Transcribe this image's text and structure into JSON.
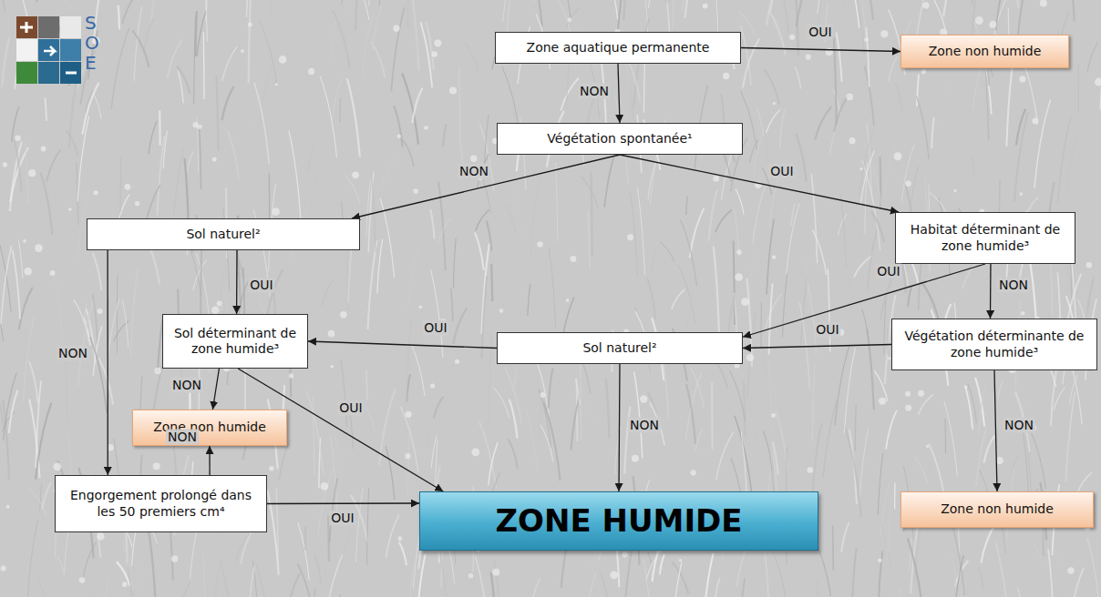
{
  "diagram": {
    "nodes": [
      {
        "text": [
          "Zone aquatique permanente"
        ]
      },
      {
        "text": [
          "Zone non humide"
        ]
      },
      {
        "text": [
          "Végétation spontanée¹"
        ]
      },
      {
        "text": [
          "Sol naturel²"
        ]
      },
      {
        "text": [
          "Habitat déterminant de zone humide³"
        ]
      },
      {
        "text": [
          "Sol déterminant de zone humide³"
        ]
      },
      {
        "text": [
          "Sol naturel²"
        ]
      },
      {
        "text": [
          "Végétation déterminante de zone humide³"
        ]
      },
      {
        "text": [
          "Zone non humide"
        ]
      },
      {
        "text": [
          "Engorgement prolongé dans les 50 premiers cm⁴"
        ]
      },
      {
        "text": [
          "ZONE HUMIDE"
        ]
      },
      {
        "text": [
          "Zone non humide"
        ]
      }
    ],
    "edges": [
      {
        "from": 0,
        "to": 1,
        "arrow": "to",
        "label": "OUI"
      },
      {
        "from": 0,
        "to": 2,
        "arrow": "to",
        "label": "NON"
      },
      {
        "from": 2,
        "to": 3,
        "arrow": "to",
        "label": "NON"
      },
      {
        "from": 2,
        "to": 4,
        "arrow": "to",
        "label": "OUI"
      },
      {
        "from": 4,
        "to": 6,
        "arrow": "to",
        "label": "OUI"
      },
      {
        "from": 4,
        "to": 7,
        "arrow": "to",
        "label": "NON"
      },
      {
        "from": 7,
        "to": 6,
        "arrow": "to",
        "label": "OUI"
      },
      {
        "from": 7,
        "to": 11,
        "arrow": "to",
        "label": "NON"
      },
      {
        "from": 3,
        "to": 5,
        "arrow": "to",
        "label": "OUI"
      },
      {
        "from": 3,
        "to": 9,
        "arrow": "to",
        "label": "NON"
      },
      {
        "from": 6,
        "to": 5,
        "arrow": "to",
        "label": "OUI"
      },
      {
        "from": 6,
        "to": 10,
        "arrow": "to",
        "label": "NON"
      },
      {
        "from": 5,
        "to": 8,
        "arrow": "to",
        "label": "NON"
      },
      {
        "from": 5,
        "to": 10,
        "arrow": "to",
        "label": "OUI"
      },
      {
        "from": 9,
        "to": 8,
        "arrow": "to",
        "label": "NON"
      },
      {
        "from": 9,
        "to": 10,
        "arrow": "to",
        "label": "OUI"
      }
    ],
    "labels": [
      "SOE"
    ]
  }
}
